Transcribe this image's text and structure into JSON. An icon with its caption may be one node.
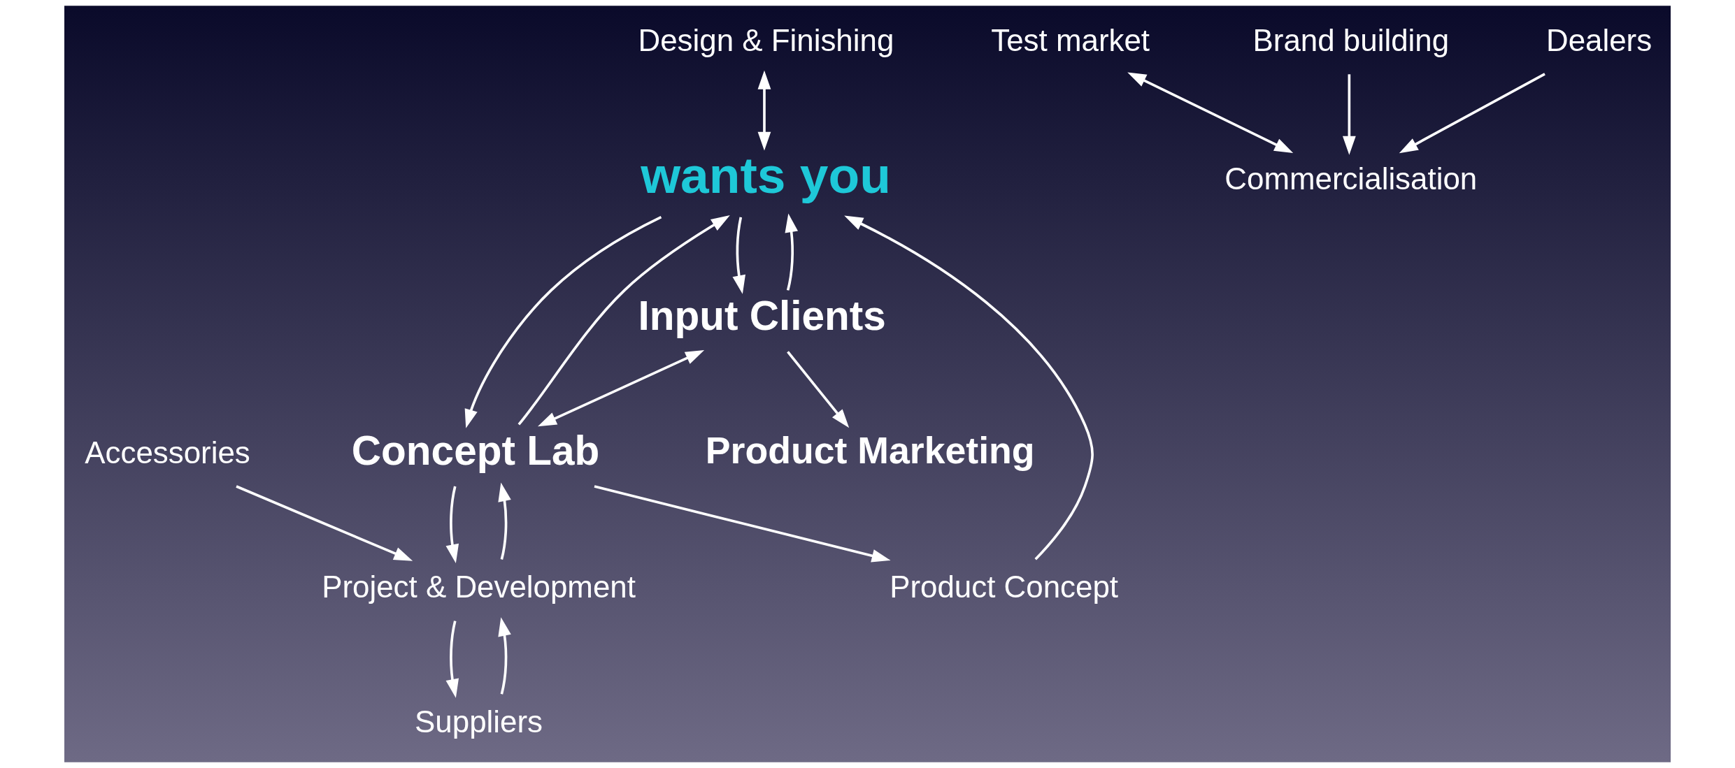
{
  "diagram": {
    "nodes": [
      {
        "text": [
          "wants you"
        ]
      },
      {
        "text": [
          "Design & Finishing"
        ]
      },
      {
        "text": [
          "Product Concept"
        ]
      },
      {
        "text": [
          "Accessories"
        ]
      },
      {
        "text": [
          "Input Clients"
        ]
      },
      {
        "text": [
          "Concept Lab"
        ]
      },
      {
        "text": [
          "Product Marketing"
        ]
      },
      {
        "text": [
          "Project & Development"
        ]
      },
      {
        "text": [
          "Test market"
        ]
      },
      {
        "text": [
          "Brand building"
        ]
      },
      {
        "text": [
          "Commercialisation"
        ]
      },
      {
        "text": [
          "Dealers"
        ]
      },
      {
        "text": [
          "Suppliers"
        ]
      }
    ],
    "edges": [
      {
        "from": 1,
        "to": 0,
        "arrow": "both"
      },
      {
        "from": 4,
        "to": 0,
        "arrow": "to"
      },
      {
        "from": 0,
        "to": 4,
        "arrow": "to"
      },
      {
        "from": 2,
        "to": 0,
        "arrow": "to"
      },
      {
        "from": 0,
        "to": 5,
        "arrow": "to"
      },
      {
        "from": 5,
        "to": 0,
        "arrow": "to"
      },
      {
        "from": 5,
        "to": 2,
        "arrow": "to"
      },
      {
        "from": 4,
        "to": 5,
        "arrow": "both"
      },
      {
        "from": 4,
        "to": 6,
        "arrow": "to"
      },
      {
        "from": 3,
        "to": 7,
        "arrow": "to"
      },
      {
        "from": 9,
        "to": 10,
        "arrow": "to"
      },
      {
        "from": 7,
        "to": 5,
        "arrow": "to"
      },
      {
        "from": 5,
        "to": 7,
        "arrow": "to"
      },
      {
        "from": 12,
        "to": 7,
        "arrow": "to"
      },
      {
        "from": 7,
        "to": 12,
        "arrow": "to"
      },
      {
        "from": 11,
        "to": 10,
        "arrow": "to"
      },
      {
        "from": 8,
        "to": 10,
        "arrow": "both"
      }
    ]
  }
}
